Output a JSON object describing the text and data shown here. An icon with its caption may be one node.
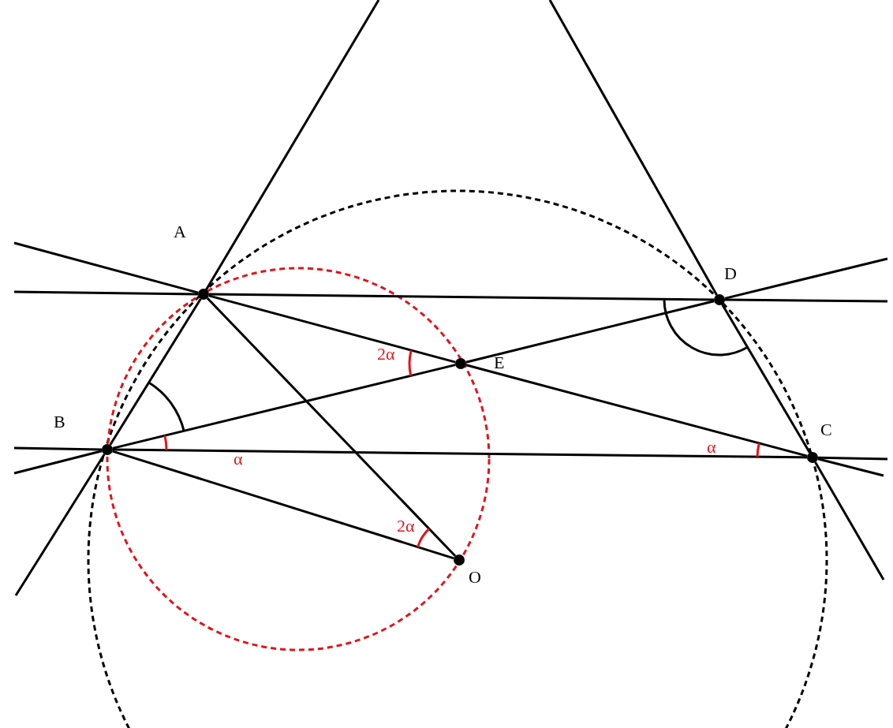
{
  "diagram": {
    "nodes": [
      {
        "text": [],
        "shape": "circle",
        "beside": [
          "A"
        ]
      },
      {
        "text": [],
        "shape": "circle",
        "beside": [
          "D"
        ]
      },
      {
        "text": [],
        "shape": "circle",
        "beside": [
          "E"
        ]
      },
      {
        "text": [],
        "shape": "circle",
        "beside": [
          "B"
        ]
      },
      {
        "text": [],
        "shape": "circle",
        "beside": [
          "C"
        ]
      },
      {
        "text": [],
        "shape": "circle",
        "beside": [
          "O"
        ]
      }
    ],
    "edges": [
      {
        "from": 0,
        "to": 3,
        "arrow": "none"
      },
      {
        "from": 0,
        "to": 1,
        "arrow": "none"
      },
      {
        "from": 0,
        "to": 5,
        "arrow": "none"
      },
      {
        "from": 0,
        "to": 2,
        "arrow": "none"
      },
      {
        "from": 2,
        "to": 4,
        "arrow": "none"
      },
      {
        "from": 3,
        "to": 2,
        "arrow": "none"
      },
      {
        "from": 2,
        "to": 1,
        "arrow": "none"
      },
      {
        "from": 3,
        "to": 4,
        "arrow": "none"
      },
      {
        "from": 3,
        "to": 5,
        "arrow": "none"
      },
      {
        "from": 1,
        "to": 4,
        "arrow": "none"
      }
    ],
    "labels": [
      "2α",
      "α",
      "α",
      "2α"
    ]
  }
}
